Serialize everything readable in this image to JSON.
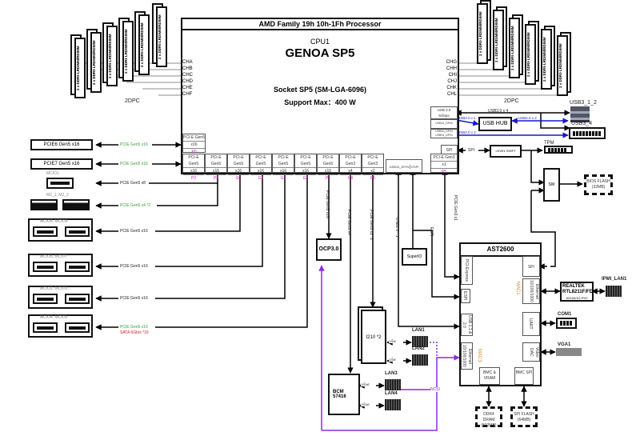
{
  "cpu": {
    "header": "AMD Family 19h 10h-1Fh Processor",
    "label": "CPU1",
    "name": "GENOA SP5",
    "socket": "Socket SP5 (SM-LGA-6096)",
    "power": "Support Max：400 W",
    "left_channels": [
      "CHA",
      "CHB",
      "CHC",
      "CHD",
      "CHE",
      "CHF"
    ],
    "right_channels": [
      "CHG",
      "CHH",
      "CHI",
      "CHJ",
      "CHK",
      "CHL"
    ],
    "usb_block": {
      "line1": "USB 3.0",
      "line2": "5Gbps",
      "dp1": "USB11_DP/N",
      "dp2": "USB00_DP/N",
      "dp3": "USB01_DP/N"
    },
    "spi": "SPI",
    "p0": {
      "type": "PCI-E Gen5",
      "width": "x16",
      "name": "P0"
    },
    "ports": [
      {
        "type": "PCI-E Gen5",
        "width": "x16",
        "name": "P2"
      },
      {
        "type": "PCI-E Gen5",
        "width": "x16",
        "name": "P3"
      },
      {
        "type": "PCI-E Gen5",
        "width": "x16",
        "name": "G0"
      },
      {
        "type": "PCI-E Gen5",
        "width": "x16",
        "name": "G1"
      },
      {
        "type": "PCI-E Gen5",
        "width": "x16",
        "name": "G2"
      },
      {
        "type": "PCI-E Gen5",
        "width": "x16",
        "name": "G3"
      },
      {
        "type": "PCI-E Gen5",
        "width": "x16",
        "name": "P1"
      },
      {
        "type": "PCI-E Gen3",
        "width": "x4",
        "name": "P4"
      },
      {
        "type": "PCI-E Gen3",
        "width": "x2",
        "name": "P5"
      }
    ],
    "usb_espi": {
      "usb": "USB10_DP/N",
      "espi": "ESPI"
    },
    "p5b": {
      "type": "PCI-E Gen3",
      "width": "x1",
      "name": "P5"
    }
  },
  "memory": {
    "dimm_label": "2 x DDR5 LRDIMM/RDIMM",
    "left_dpc": "2DPC",
    "right_dpc": "2DPC"
  },
  "left_devices": [
    {
      "name": "PCIE6 Gen5 x16",
      "link": "PCIE Gen5 x16",
      "link_color": "green"
    },
    {
      "name": "PCIE7 Gen5 x16",
      "link": "PCIE Gen5 x16",
      "link_color": "green"
    },
    {
      "name": "MCIO1",
      "link": "PCIE Gen5 x8",
      "link_color": "black"
    },
    {
      "name": "M2_1, M2_2",
      "link": "PCIE Gen5 x4 *2",
      "link_color": "green"
    },
    {
      "name": "MCIO8, MCIO9",
      "link": "PCIE Gen5 x16",
      "link_color": "black"
    },
    {
      "name": "MCIO6, MCIO7",
      "link": "PCIE Gen5 x16",
      "link_color": "black"
    },
    {
      "name": "MCIO2, MCIO3",
      "link": "PCIE Gen5 x16",
      "link_color": "black"
    },
    {
      "name": "MCIO4, MCIO5",
      "link": "PCIE Gen5 x16",
      "link_color": "green",
      "link2": "SATA 6Gb/s *16"
    }
  ],
  "vertical_links": {
    "p1": "PCIE Gen5 x16",
    "p4": "PCIE Gen3 x4",
    "p5": "PCIE Gen3 x1 *2",
    "usb": "USB2.0 * 1",
    "espi": "ESPI",
    "p5b": "PCIE Gen3 x1"
  },
  "usb": {
    "usb30": "USB3.0 x 4",
    "hub": "USB HUB",
    "link1": "USB2.0 x 1",
    "link2": "USB2.0 x 2",
    "link3": "USB2.0 x 2",
    "port12": "USB3_1_2",
    "port4": "USB3_4"
  },
  "spi": {
    "link": "SPI",
    "level_shift": "LEVEL SHIFT",
    "tpm": "TPM",
    "sw": "SW",
    "bios": "BIOS FLASH",
    "bios_size": "(32MB)"
  },
  "ocp": "OCP3.0",
  "superio": "SuperIO",
  "i210": "I210 *2",
  "bcm": {
    "line1": "BCM",
    "line2": "57416"
  },
  "lan": [
    {
      "name": "LAN1",
      "speed": "1GbE"
    },
    {
      "name": "LAN2",
      "speed": "1GbE"
    },
    {
      "name": "LAN3",
      "speed": "10GbE"
    },
    {
      "name": "LAN4",
      "speed": "10GbE"
    }
  ],
  "ncsi": "NCSI",
  "bmc": {
    "name": "AST2600",
    "pcie": "PCI-Express",
    "espi": "ESPI",
    "usb": "USB 1.1 & 2.0",
    "eth": "Ethernet 10/100/1000",
    "mac1": "MAC1",
    "mac3": "MAC3",
    "spi": "SPI",
    "eth_r": "Ethernet 10/100/1000",
    "uart": "UART",
    "video": "Video DAC",
    "vram": "BMC & VRAM",
    "bmc_spi": "BMC SPI"
  },
  "realtek": {
    "line1": "REALTEK",
    "line2": "RTL8211F/FD",
    "line3": "10/100/1G PHY"
  },
  "ipmi": "IPMI_LAN1",
  "com": "COM1",
  "vga": "VGA1",
  "dram": {
    "line1": "DDR4 DRAM",
    "line2": "(512MB)"
  },
  "spiflash": {
    "line1": "SPI FLASH",
    "line2": "(64MB)"
  }
}
